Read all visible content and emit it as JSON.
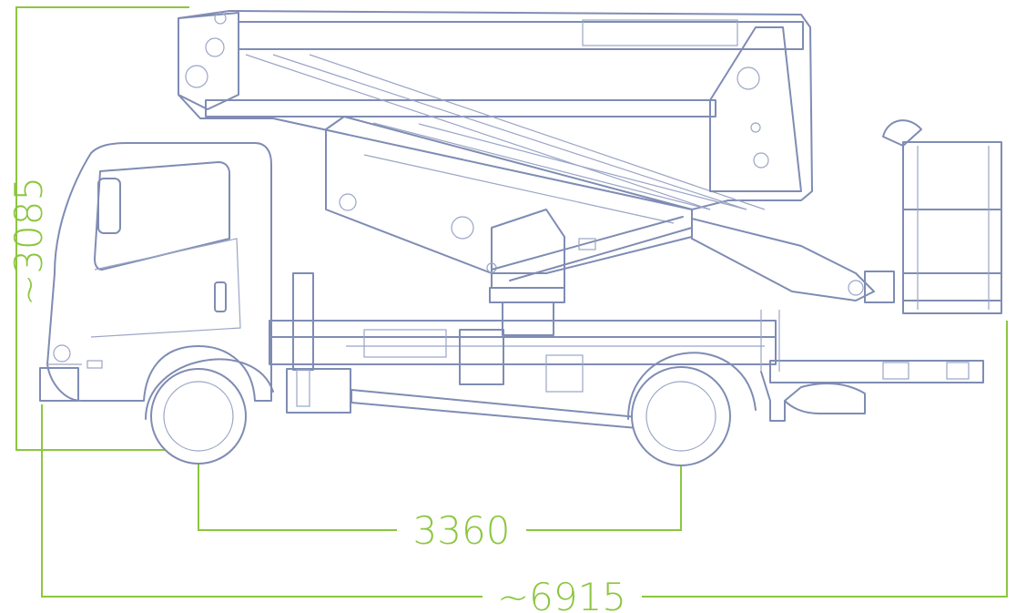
{
  "dimensions": {
    "height_label": "~3085",
    "wheelbase_label": "3360",
    "length_label": "~6915"
  },
  "colors": {
    "dimension_accent": "#8cc63f",
    "drawing_stroke": "#7f8cb3"
  }
}
